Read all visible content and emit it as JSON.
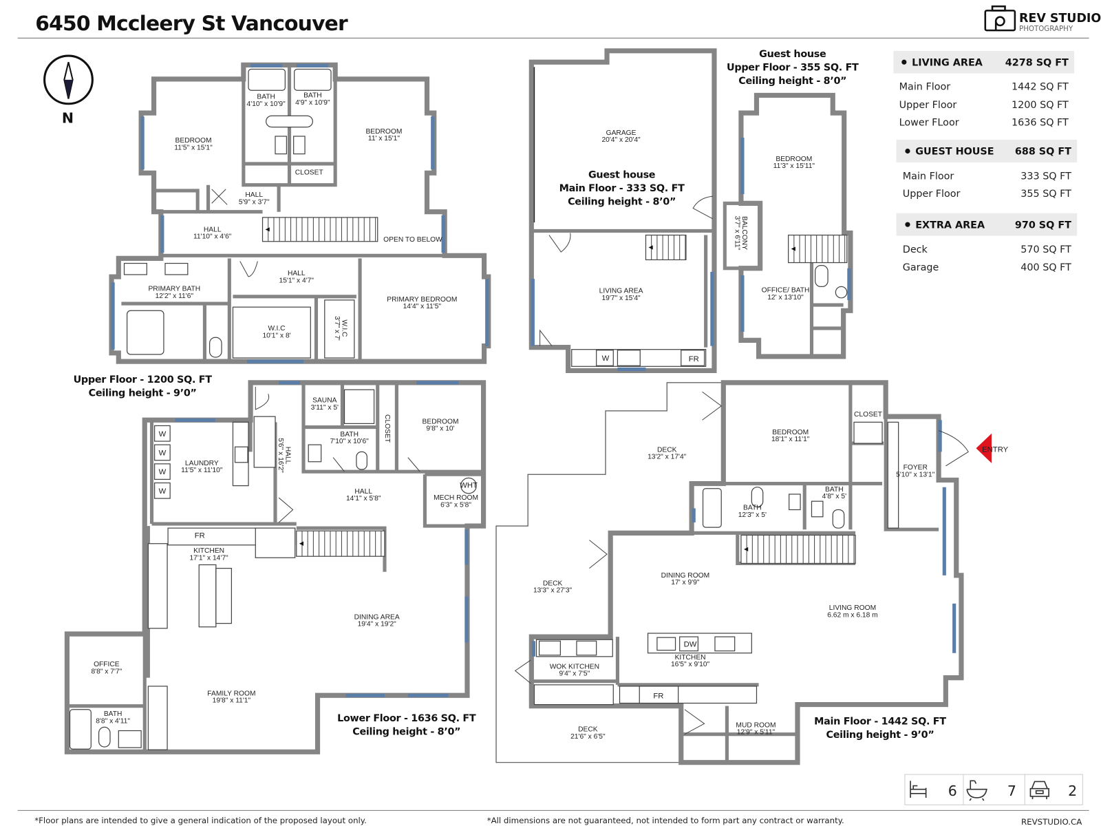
{
  "header": {
    "title": "6450 Mccleery St Vancouver",
    "logo_main": "REV STUDIO",
    "logo_sub": "PHOTOGRAPHY",
    "compass_label": "N"
  },
  "area_summary": [
    {
      "heading": "LIVING AREA",
      "total": "4278 SQ FT",
      "rows": [
        {
          "label": "Main Floor",
          "value": "1442 SQ FT"
        },
        {
          "label": "Upper Floor",
          "value": "1200 SQ FT"
        },
        {
          "label": "Lower FLoor",
          "value": "1636 SQ FT"
        }
      ]
    },
    {
      "heading": "GUEST HOUSE",
      "total": "688 SQ FT",
      "rows": [
        {
          "label": "Main Floor",
          "value": "333 SQ FT"
        },
        {
          "label": "Upper Floor",
          "value": "355 SQ FT"
        }
      ]
    },
    {
      "heading": "EXTRA AREA",
      "total": "970 SQ FT",
      "rows": [
        {
          "label": "Deck",
          "value": "570 SQ FT"
        },
        {
          "label": "Garage",
          "value": "400 SQ FT"
        }
      ]
    }
  ],
  "floor_captions": {
    "upper": [
      "Upper Floor - 1200 SQ. FT",
      "Ceiling height - 9’0”"
    ],
    "lower": [
      "Lower Floor - 1636 SQ. FT",
      "Ceiling height - 8’0”"
    ],
    "main": [
      "Main Floor - 1442 SQ. FT",
      "Ceiling height - 9’0”"
    ],
    "guest_main": [
      "Guest house",
      "Main Floor - 333 SQ. FT",
      "Ceiling height - 8’0”"
    ],
    "guest_upper": [
      "Guest house",
      "Upper Floor - 355 SQ. FT",
      "Ceiling height - 8’0”"
    ]
  },
  "rooms": [
    {
      "name": "BEDROOM",
      "dims": "11'5\" x 15'1\""
    },
    {
      "name": "BATH",
      "dims": "4'10\" x 10'9\""
    },
    {
      "name": "BATH",
      "dims": "4'9\" x 10'9\""
    },
    {
      "name": "BEDROOM",
      "dims": "11' x 15'1\""
    },
    {
      "name": "CLOSET",
      "dims": ""
    },
    {
      "name": "HALL",
      "dims": "5'9\" x 3'7\""
    },
    {
      "name": "HALL",
      "dims": "11'10\" x 4'6\""
    },
    {
      "name": "OPEN TO BELOW",
      "dims": ""
    },
    {
      "name": "HALL",
      "dims": "15'1\" x 4'7\""
    },
    {
      "name": "PRIMARY BATH",
      "dims": "12'2\" x 11'6\""
    },
    {
      "name": "PRIMARY BEDROOM",
      "dims": "14'4\" x 11'5\""
    },
    {
      "name": "W.I.C",
      "dims": "10'1\" x 8'"
    },
    {
      "name": "W.I.C",
      "dims": "3'7\" x 7'"
    },
    {
      "name": "SAUNA",
      "dims": "3'11\" x 5'"
    },
    {
      "name": "BATH",
      "dims": "7'10\" x 10'6\""
    },
    {
      "name": "CLOSET",
      "dims": ""
    },
    {
      "name": "BEDROOM",
      "dims": "9'8\" x 10'"
    },
    {
      "name": "LAUNDRY",
      "dims": "11'5\" x 11'10\""
    },
    {
      "name": "HALL",
      "dims": "5'6\" x 16'2\""
    },
    {
      "name": "HALL",
      "dims": "14'1\" x 5'8\""
    },
    {
      "name": "MECH ROOM",
      "dims": "6'3\" x 5'8\""
    },
    {
      "name": "KITCHEN",
      "dims": "17'1\" x 14'7\""
    },
    {
      "name": "DINING AREA",
      "dims": "19'4\" x 19'2\""
    },
    {
      "name": "OFFICE",
      "dims": "8'8\" x 7'7\""
    },
    {
      "name": "FAMILY ROOM",
      "dims": "19'8\" x 11'1\""
    },
    {
      "name": "BATH",
      "dims": "8'8\" x 4'11\""
    },
    {
      "name": "GARAGE",
      "dims": "20'4\" x 20'4\""
    },
    {
      "name": "LIVING AREA",
      "dims": "19'7\" x 15'4\""
    },
    {
      "name": "BEDROOM",
      "dims": "11'3\" x 15'11\""
    },
    {
      "name": "BALCONY",
      "dims": "3'7\" x 6'11\""
    },
    {
      "name": "OFFICE/ BATH",
      "dims": "12' x 13'10\""
    },
    {
      "name": "DECK",
      "dims": "13'2\" x 17'4\""
    },
    {
      "name": "BEDROOM",
      "dims": "18'1\" x 11'1\""
    },
    {
      "name": "CLOSET",
      "dims": ""
    },
    {
      "name": "FOYER",
      "dims": "5'10\" x 13'1\""
    },
    {
      "name": "BATH",
      "dims": "12'3\" x 5'"
    },
    {
      "name": "BATH",
      "dims": "4'8\" x 5'"
    },
    {
      "name": "DECK",
      "dims": "13'3\" x 27'3\""
    },
    {
      "name": "DINING ROOM",
      "dims": "17' x 9'9\""
    },
    {
      "name": "LIVING ROOM",
      "dims": "6.62 m x 6.18 m"
    },
    {
      "name": "KITCHEN",
      "dims": "16'5\" x 9'10\""
    },
    {
      "name": "WOK KITCHEN",
      "dims": "9'4\" x 7'5\""
    },
    {
      "name": "DECK",
      "dims": "21'6\" x 6'5\""
    },
    {
      "name": "MUD ROOM",
      "dims": "12'9\" x 5'11\""
    }
  ],
  "appliances": [
    "W",
    "W",
    "W",
    "W",
    "FR",
    "WHT",
    "W",
    "FR",
    "DW",
    "FR"
  ],
  "entry_label": "ENTRY",
  "stats": {
    "bedrooms": "6",
    "bathrooms": "7",
    "garage": "2"
  },
  "footer": {
    "note_left": "*Floor plans are intended to give a general indication of the proposed layout only.",
    "note_right": "*All dimensions are not guaranteed, not intended to form part any contract or warranty.",
    "website": "REVSTUDIO.CA"
  },
  "colors": {
    "wall": "#858585",
    "window": "#5a7ea8",
    "entry_arrow": "#e0141e",
    "summary_header_bg": "#ebebeb"
  }
}
